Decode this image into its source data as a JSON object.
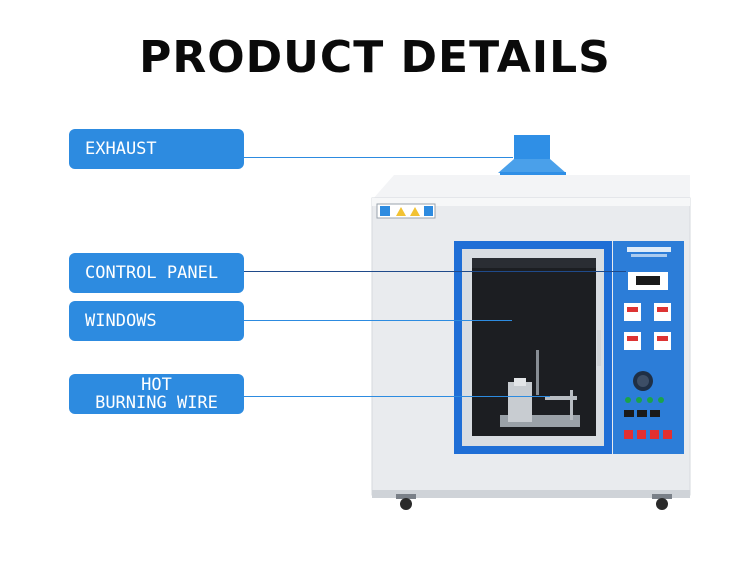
{
  "title": "PRODUCT DETAILS",
  "labels": {
    "exhaust": "EXHAUST",
    "control_panel": "CONTROL PANEL",
    "windows": "WINDOWS",
    "hot_line1": "HOT",
    "hot_line2": "BURNING WIRE"
  },
  "colors": {
    "accent": "#2d8be0",
    "cabinet": "#e9ebee",
    "frame_blue": "#1f6ed6",
    "panel": "#2c7dd8"
  }
}
